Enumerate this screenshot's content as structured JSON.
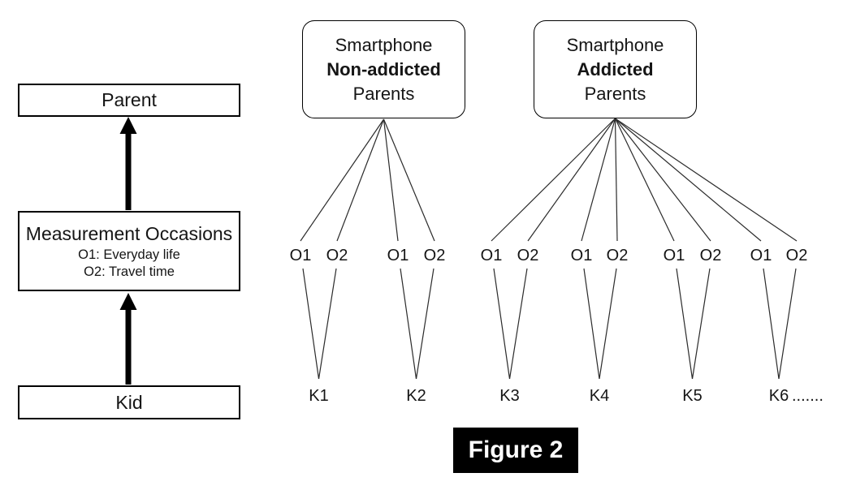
{
  "figure_caption": "Figure 2",
  "left_panel": {
    "parent_label": "Parent",
    "measurement_title": "Measurement Occasions",
    "measurement_sub1": "O1: Everyday life",
    "measurement_sub2": "O2: Travel time",
    "kid_label": "Kid"
  },
  "groups": [
    {
      "box_line1": "Smartphone",
      "box_line2": "Non-addicted",
      "box_line3": "Parents",
      "kids": [
        {
          "label": "K1",
          "occasions": [
            "O1",
            "O2"
          ]
        },
        {
          "label": "K2",
          "occasions": [
            "O1",
            "O2"
          ]
        }
      ]
    },
    {
      "box_line1": "Smartphone",
      "box_line2": "Addicted",
      "box_line3": "Parents",
      "kids": [
        {
          "label": "K3",
          "occasions": [
            "O1",
            "O2"
          ]
        },
        {
          "label": "K4",
          "occasions": [
            "O1",
            "O2"
          ]
        },
        {
          "label": "K5",
          "occasions": [
            "O1",
            "O2"
          ]
        },
        {
          "label": "K6",
          "suffix": ".......",
          "occasions": [
            "O1",
            "O2"
          ]
        }
      ]
    }
  ],
  "colors": {
    "line": "#2b2b2b",
    "border": "#000000",
    "arrow": "#000000",
    "figure_bg": "#000000",
    "figure_text": "#ffffff"
  }
}
